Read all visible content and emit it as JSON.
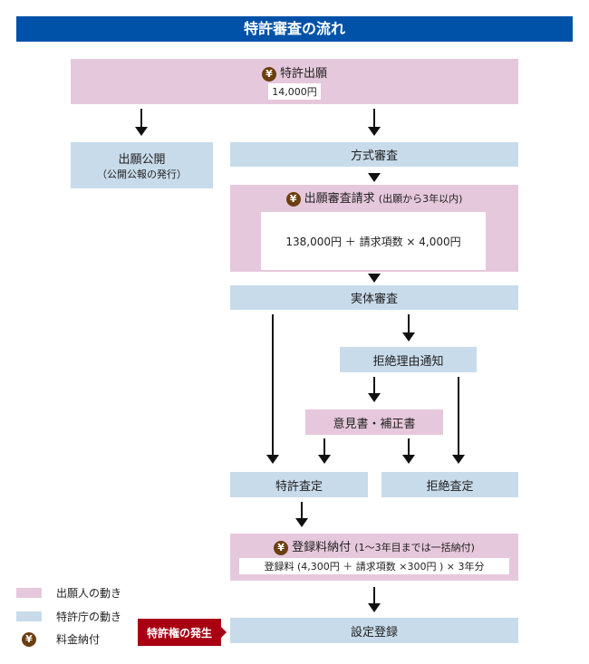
{
  "title": "特許審査の流れ",
  "colors": {
    "title_bg": "#0052a8",
    "applicant_pink": "#e6c8dc",
    "office_blue": "#c8dbeb",
    "yen_brown": "#6b3f10",
    "right_badge_red": "#a80012"
  },
  "steps": {
    "application": {
      "label": "特許出願",
      "fee": "14,000円"
    },
    "publication": {
      "label": "出願公開",
      "sub": "（公開公報の発行）"
    },
    "formal_exam": {
      "label": "方式審査"
    },
    "exam_request": {
      "label": "出願審査請求",
      "note": "(出願から3年以内)",
      "fee": "138,000円 ＋ 請求項数 × 4,000円"
    },
    "substantive_exam": {
      "label": "実体審査"
    },
    "rejection_notice": {
      "label": "拒絶理由通知"
    },
    "opinion_amendment": {
      "label": "意見書・補正書"
    },
    "grant_decision": {
      "label": "特許査定"
    },
    "rejection_decision": {
      "label": "拒絶査定"
    },
    "registration_fee": {
      "label": "登録料納付",
      "note": "(1〜3年目までは一括納付)",
      "fee": "登録料 (4,300円 ＋ 請求項数 ×300円 ) × 3年分"
    },
    "registration": {
      "label": "設定登録"
    }
  },
  "right_badge": "特許権の発生",
  "yen_symbol": "¥",
  "legend": [
    {
      "label": "出願人の動き",
      "type": "applicant"
    },
    {
      "label": "特許庁の動き",
      "type": "office"
    },
    {
      "label": "料金納付",
      "type": "yen-icon"
    }
  ]
}
